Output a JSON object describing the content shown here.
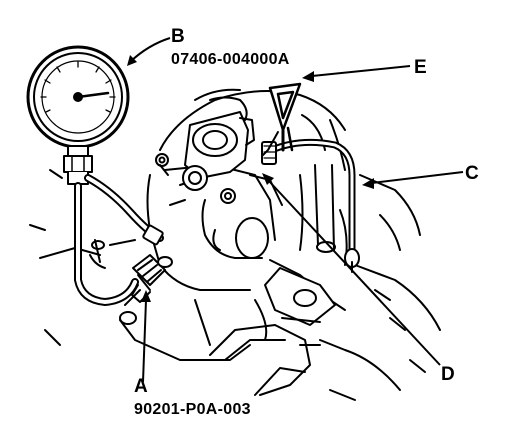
{
  "callouts": {
    "a": {
      "letter": "A",
      "part_number": "90201-P0A-003"
    },
    "b": {
      "letter": "B",
      "part_number": "07406-004000A"
    },
    "c": {
      "letter": "C"
    },
    "d": {
      "letter": "D"
    },
    "e": {
      "letter": "E"
    }
  },
  "colors": {
    "ink": "#000000",
    "background": "#ffffff"
  }
}
